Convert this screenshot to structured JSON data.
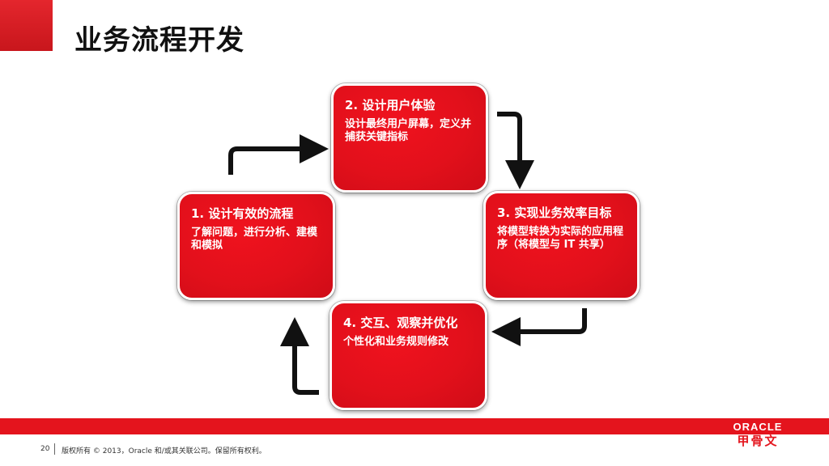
{
  "slide": {
    "title": "业务流程开发",
    "accent_color": "#e4141d",
    "page_number": "20",
    "copyright": "版权所有 © 2013，Oracle 和/或其关联公司。保留所有权利。"
  },
  "cards": [
    {
      "id": "1",
      "title": "1. 设计有效的流程",
      "body": "了解问题，进行分析、建模和模拟"
    },
    {
      "id": "2",
      "title": "2. 设计用户体验",
      "body": "设计最终用户屏幕，定义并捕获关键指标"
    },
    {
      "id": "3",
      "title": "3. 实现业务效率目标",
      "body": "将模型转换为实际的应用程序（将模型与 IT 共享）"
    },
    {
      "id": "4",
      "title": "4. 交互、观察并优化",
      "body": "个性化和业务规则修改"
    }
  ],
  "logo": {
    "english": "ORACLE",
    "chinese": "甲骨文"
  }
}
